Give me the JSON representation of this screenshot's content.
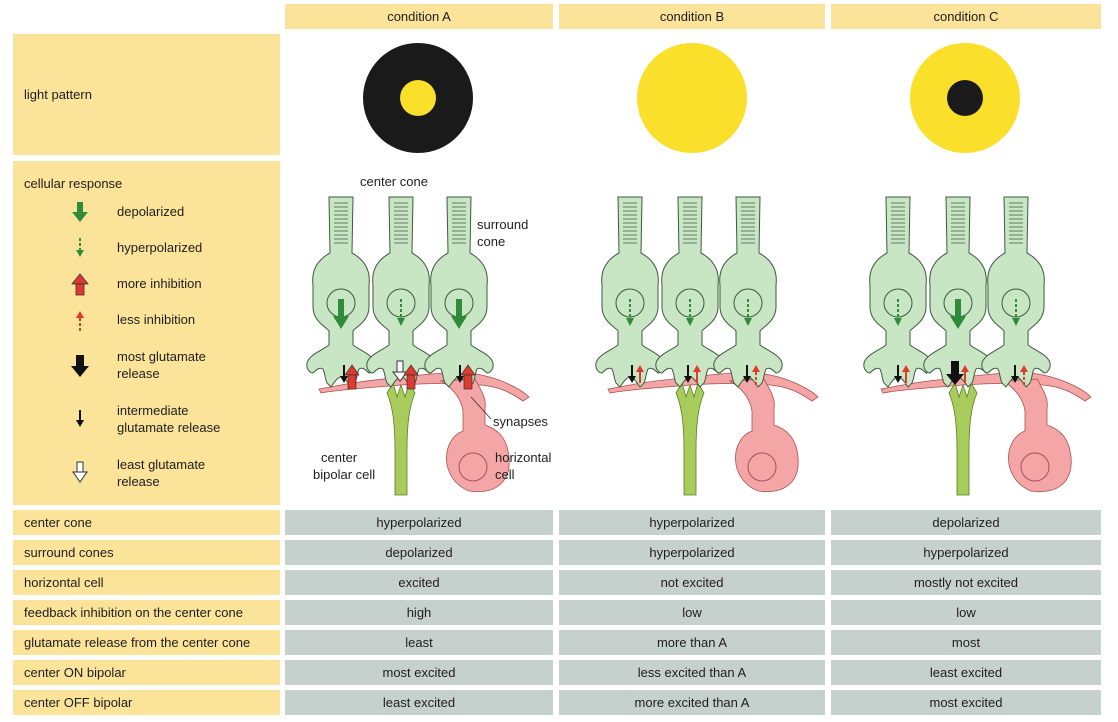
{
  "columns": [
    "condition A",
    "condition B",
    "condition C"
  ],
  "light_pattern_label": "light pattern",
  "light_patterns": [
    {
      "outer": "black",
      "inner": "yellow"
    },
    {
      "outer": "yellow",
      "inner": "none"
    },
    {
      "outer": "yellow",
      "inner": "black"
    }
  ],
  "cellular_response_label": "cellular response",
  "legend": [
    {
      "icon": "green-solid-down-arrow-icon",
      "label": "depolarized"
    },
    {
      "icon": "green-dashed-down-arrow-icon",
      "label": "hyperpolarized"
    },
    {
      "icon": "red-solid-up-arrow-icon",
      "label": "more inhibition"
    },
    {
      "icon": "red-dashed-up-arrow-icon",
      "label": "less inhibition"
    },
    {
      "icon": "black-large-down-arrow-icon",
      "label_lines": [
        "most glutamate",
        "release"
      ]
    },
    {
      "icon": "black-small-down-arrow-icon",
      "label_lines": [
        "intermediate",
        "glutamate release"
      ]
    },
    {
      "icon": "white-down-arrow-icon",
      "label_lines": [
        "least glutamate",
        "release"
      ]
    }
  ],
  "diagram_labels": {
    "center_cone": "center cone",
    "surround_cone": [
      "surround",
      "cone"
    ],
    "synapses": "synapses",
    "center_bipolar": [
      "center",
      "bipolar cell"
    ],
    "horizontal_cell": [
      "horizontal",
      "cell"
    ]
  },
  "colors": {
    "header_yellow": "#fbe39a",
    "cell_gray": "#c6d0cd",
    "cone_green": "#c9e6c4",
    "bipolar_green": "#a8cc5c",
    "horizontal_pink": "#f4a6a6",
    "light_yellow": "#fadf2b"
  },
  "rows": [
    {
      "label": "center cone",
      "values": [
        "hyperpolarized",
        "hyperpolarized",
        "depolarized"
      ]
    },
    {
      "label": "surround cones",
      "values": [
        "depolarized",
        "hyperpolarized",
        "hyperpolarized"
      ]
    },
    {
      "label": "horizontal cell",
      "values": [
        "excited",
        "not excited",
        "mostly not excited"
      ]
    },
    {
      "label": "feedback inhibition on the center cone",
      "values": [
        "high",
        "low",
        "low"
      ]
    },
    {
      "label": "glutamate release from the center cone",
      "values": [
        "least",
        "more than A",
        "most"
      ]
    },
    {
      "label": "center ON bipolar",
      "values": [
        "most excited",
        "less excited than A",
        "least excited"
      ]
    },
    {
      "label": "center OFF bipolar",
      "values": [
        "least excited",
        "more excited than A",
        "most excited"
      ]
    }
  ]
}
